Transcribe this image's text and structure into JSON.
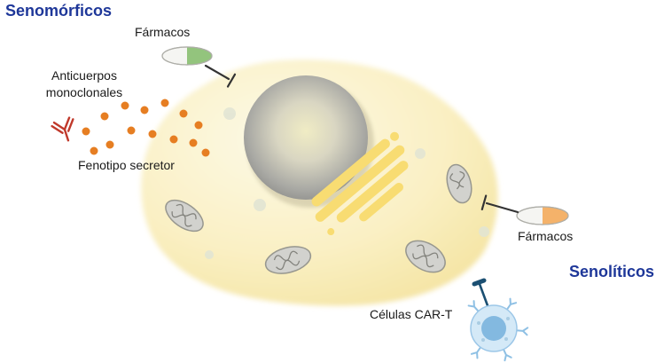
{
  "diagram": {
    "title_left": "Senomórficos",
    "title_right": "Senolíticos",
    "labels": {
      "farmacos_top": "Fármacos",
      "anticuerpos_line1": "Anticuerpos",
      "anticuerpos_line2": "monoclonales",
      "fenotipo_secretor": "Fenotipo secretor",
      "farmacos_right": "Fármacos",
      "celulas_cart": "Células CAR-T"
    },
    "icons": {
      "pill_top": "capsule-pill (white/green)",
      "pill_right": "capsule-pill (white/orange)",
      "antibody": "red Y-shaped monoclonal antibody",
      "secretory_dots": "orange secreted-factor dots",
      "inhibition_bars": "T-bar inhibition lines",
      "cell": "senescent cell with nucleus, Golgi and mitochondria",
      "cart_cell": "CAR-T lymphocyte with receptors"
    },
    "colors": {
      "title_blue": "#1e3799",
      "capsule_green": "#93c47d",
      "capsule_orange": "#f4b26a",
      "dots_orange": "#e67e22",
      "antibody_red": "#c0392b",
      "cell_light": "#fcf8e3",
      "cell_dark": "#f3e19b",
      "cart_blue": "#83b9e0"
    }
  }
}
